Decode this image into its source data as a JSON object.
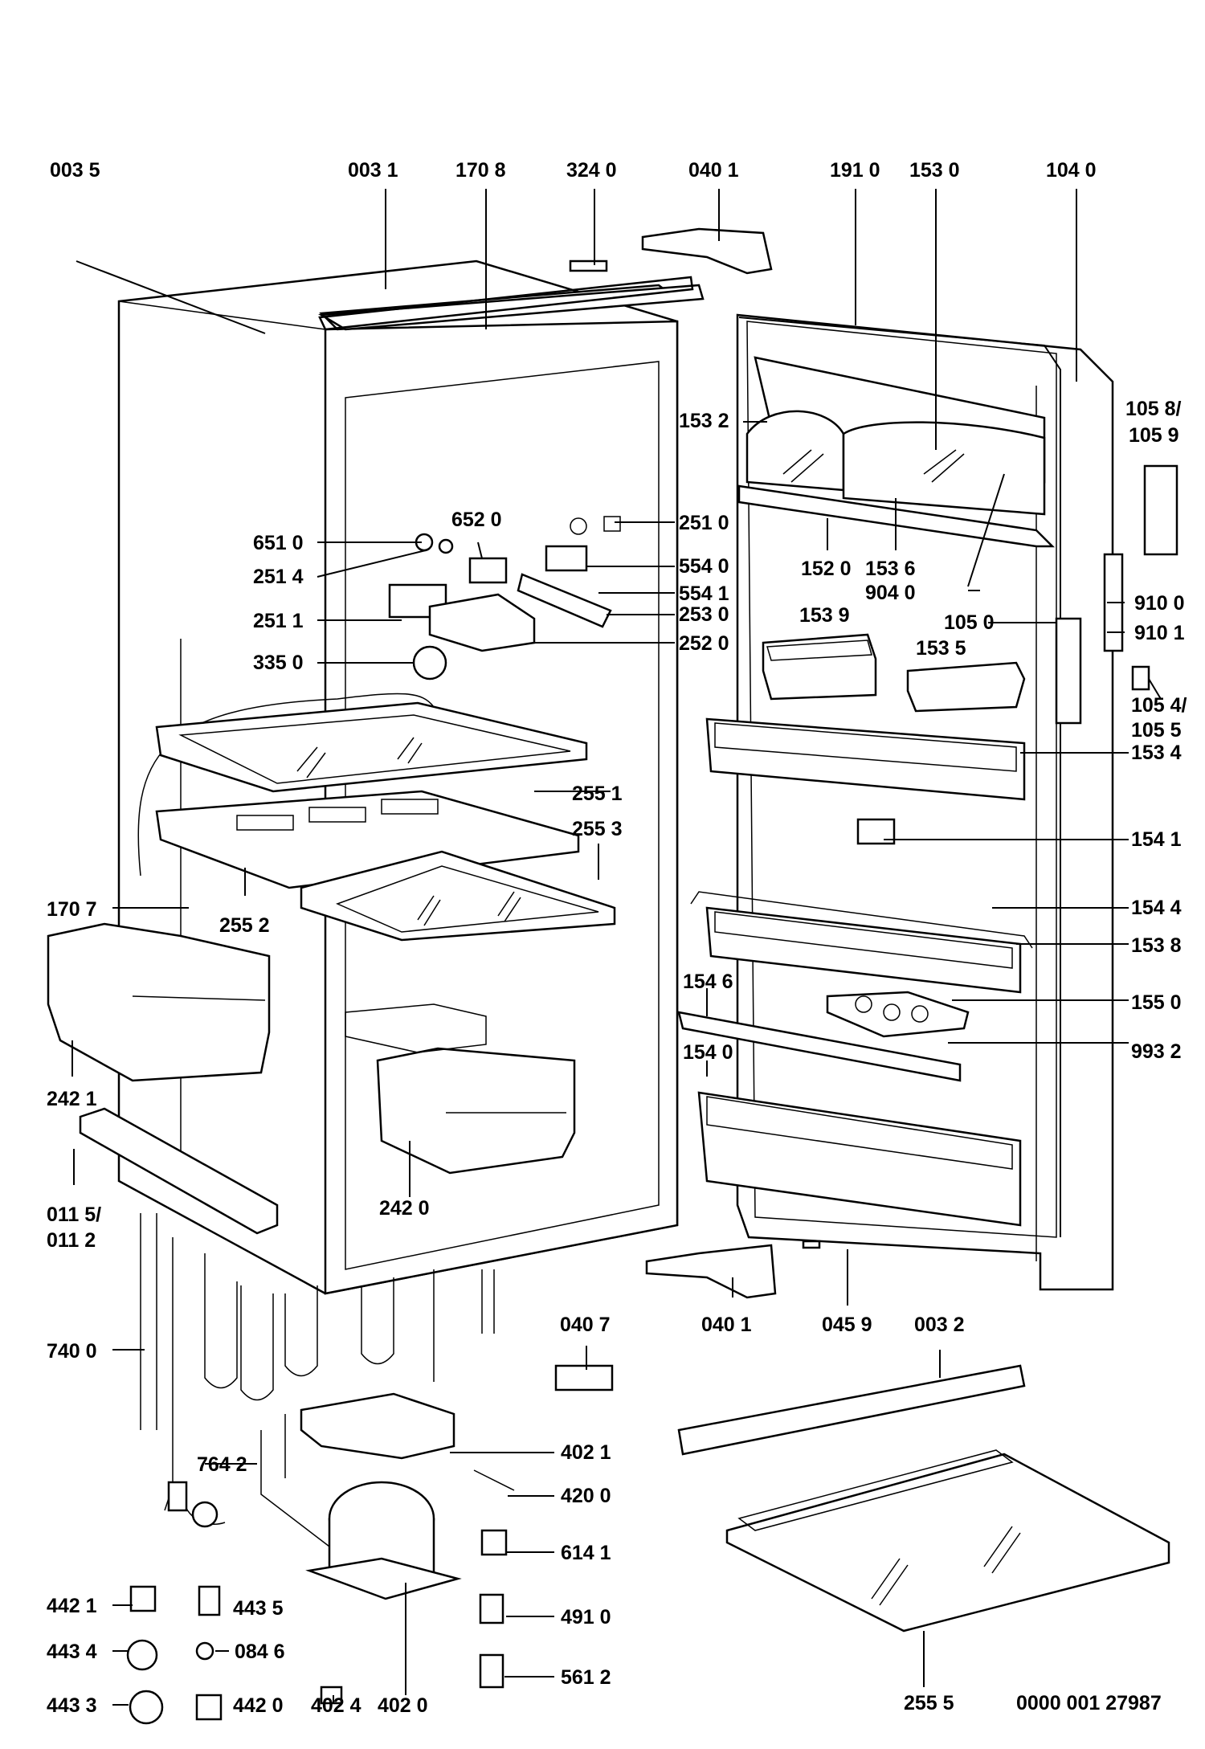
{
  "diagram": {
    "labels": [
      "003 5",
      "003 1",
      "170 8",
      "324 0",
      "040 1",
      "191 0",
      "153 0",
      "104 0",
      "105 8/",
      "105 9",
      "153 2",
      "651 0",
      "652 0",
      "251 0",
      "251 4",
      "554 0",
      "554 1",
      "251 1",
      "253 0",
      "152 0",
      "153 6",
      "904 0",
      "910 0",
      "910 1",
      "252 0",
      "335 0",
      "153 9",
      "105 0",
      "153 5",
      "105 4/",
      "105 5",
      "153 4",
      "255 1",
      "255 3",
      "154 1",
      "170 7",
      "255 2",
      "154 4",
      "153 8",
      "154 6",
      "155 0",
      "993 2",
      "242 1",
      "154 0",
      "011 5/",
      "011 2",
      "242 0",
      "040 1",
      "045 9",
      "003 2",
      "040 7",
      "740 0",
      "402 1",
      "764 2",
      "420 0",
      "614 1",
      "442 1",
      "443 5",
      "491 0",
      "443 4",
      "084 6",
      "561 2",
      "443 3",
      "442 0",
      "402 4",
      "402 0",
      "255 5",
      "0000 001 27987"
    ]
  }
}
